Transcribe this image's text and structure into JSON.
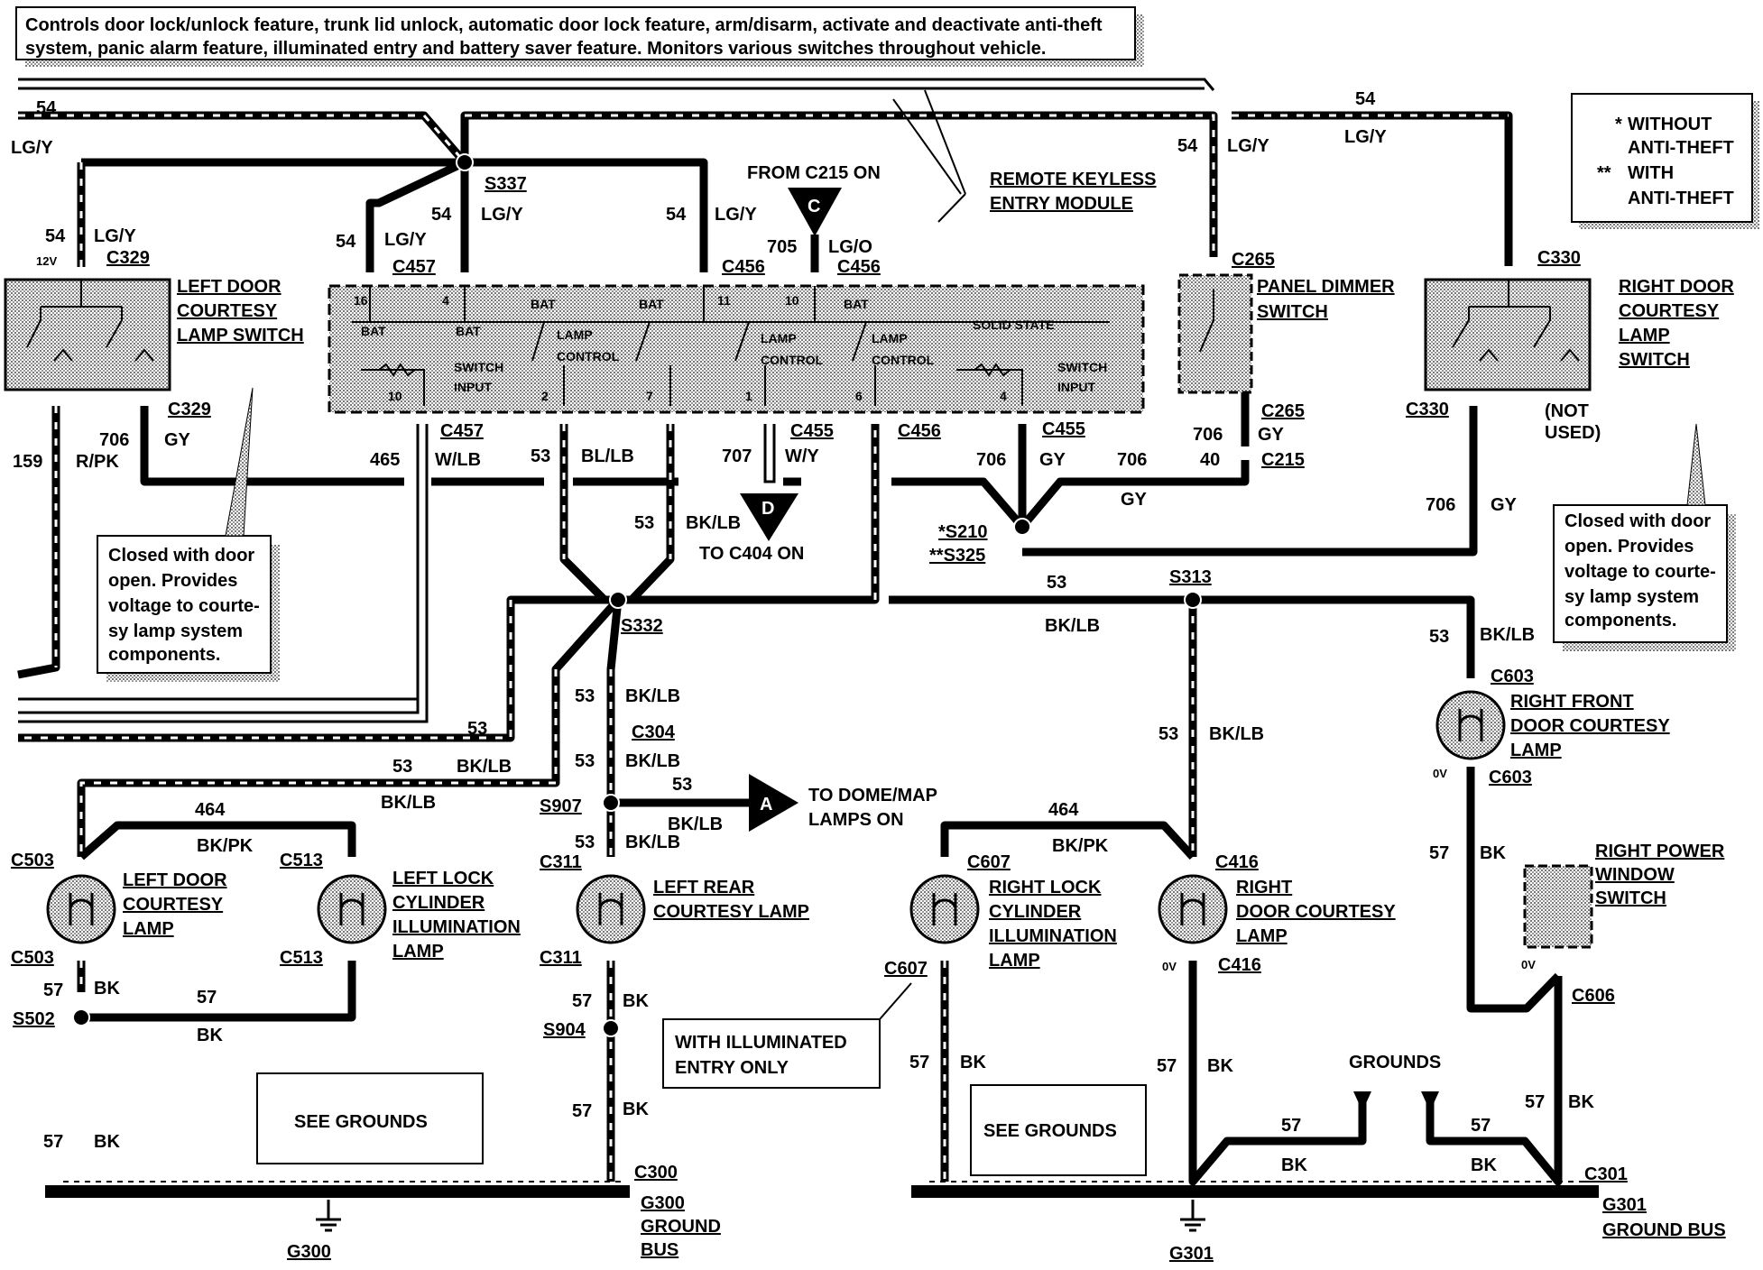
{
  "header_note": {
    "line1": "Controls door lock/unlock feature, trunk lid unlock, automatic door lock feature, arm/disarm, activate and deactivate anti-theft",
    "line2": "system, panic alarm feature, illuminated entry and battery saver feature.  Monitors various switches throughout vehicle."
  },
  "legend": {
    "star1": "*",
    "without": "WITHOUT",
    "anti1": "ANTI-THEFT",
    "star2": "**",
    "with": "WITH",
    "anti2": "ANTI-THEFT"
  },
  "module": {
    "name1": "REMOTE KEYLESS",
    "name2": "ENTRY MODULE",
    "from_label": "FROM C215 ON",
    "conn_c": "C",
    "solid_state": "SOLID STATE",
    "bat": "BAT",
    "lamp": "LAMP",
    "control": "CONTROL",
    "switch": "SWITCH",
    "input": "INPUT",
    "pins": [
      "16",
      "4",
      "11",
      "10",
      "10",
      "2",
      "7",
      "1",
      "6",
      "4"
    ]
  },
  "components": {
    "left_door_switch": [
      "LEFT DOOR",
      "COURTESY",
      "LAMP SWITCH"
    ],
    "right_door_switch": [
      "RIGHT DOOR",
      "COURTESY",
      "LAMP",
      "SWITCH"
    ],
    "panel_dimmer": [
      "PANEL DIMMER",
      "SWITCH"
    ],
    "not_used": [
      "(NOT",
      "USED)"
    ],
    "right_front_lamp": [
      "RIGHT FRONT",
      "DOOR COURTESY",
      "LAMP"
    ],
    "right_power_window": [
      "RIGHT POWER",
      "WINDOW",
      "SWITCH"
    ],
    "left_door_lamp": [
      "LEFT DOOR",
      "COURTESY",
      "LAMP"
    ],
    "left_lock_lamp": [
      "LEFT LOCK",
      "CYLINDER",
      "ILLUMINATION",
      "LAMP"
    ],
    "left_rear_lamp": [
      "LEFT REAR",
      "COURTESY LAMP"
    ],
    "right_lock_lamp": [
      "RIGHT LOCK",
      "CYLINDER",
      "ILLUMINATION",
      "LAMP"
    ],
    "right_door_lamp": [
      "RIGHT",
      "DOOR COURTESY",
      "LAMP"
    ],
    "dome_map": [
      "TO DOME/MAP",
      "LAMPS ON"
    ],
    "to_c404": "TO C404 ON",
    "conn_d": "D",
    "conn_a": "A"
  },
  "notes": {
    "left": [
      "Closed with door",
      "open.  Provides",
      "voltage to courte-",
      "sy lamp system",
      "components."
    ],
    "right": [
      "Closed with door",
      "open.  Provides",
      "voltage to courte-",
      "sy lamp system",
      "components."
    ],
    "illuminated": [
      "WITH ILLUMINATED",
      "ENTRY ONLY"
    ],
    "see_grounds": "SEE GROUNDS",
    "grounds": "GROUNDS"
  },
  "connectors": {
    "c329": "C329",
    "c457": "C457",
    "c456": "C456",
    "c455": "C455",
    "c265": "C265",
    "c215": "C215",
    "c330": "C330",
    "c603": "C603",
    "c606": "C606",
    "c503": "C503",
    "c513": "C513",
    "c311": "C311",
    "c304": "C304",
    "c607": "C607",
    "c416": "C416",
    "c300": "C300",
    "c301": "C301"
  },
  "splices": {
    "s337": "S337",
    "s332": "S332",
    "s313": "S313",
    "s210": "*S210",
    "s325": "**S325",
    "s907": "S907",
    "s904": "S904",
    "s502": "S502"
  },
  "grounds": {
    "g300": "G300",
    "g300_bus": [
      "G300",
      "GROUND",
      "BUS"
    ],
    "g301": "G301",
    "g301_bus": [
      "G301",
      "GROUND BUS"
    ]
  },
  "wires": {
    "w54": "54",
    "lgy": "LG/Y",
    "w705": "705",
    "lgo": "LG/O",
    "w159": "159",
    "rpk": "R/PK",
    "w706": "706",
    "gy": "GY",
    "w465": "465",
    "wlb": "W/LB",
    "w53": "53",
    "bllb": "BL/LB",
    "w707": "707",
    "wy": "W/Y",
    "bklb": "BK/LB",
    "w40": "40",
    "w464": "464",
    "bkpk": "BK/PK",
    "w57": "57",
    "bk": "BK",
    "v12": "12V",
    "v0": "0V"
  }
}
